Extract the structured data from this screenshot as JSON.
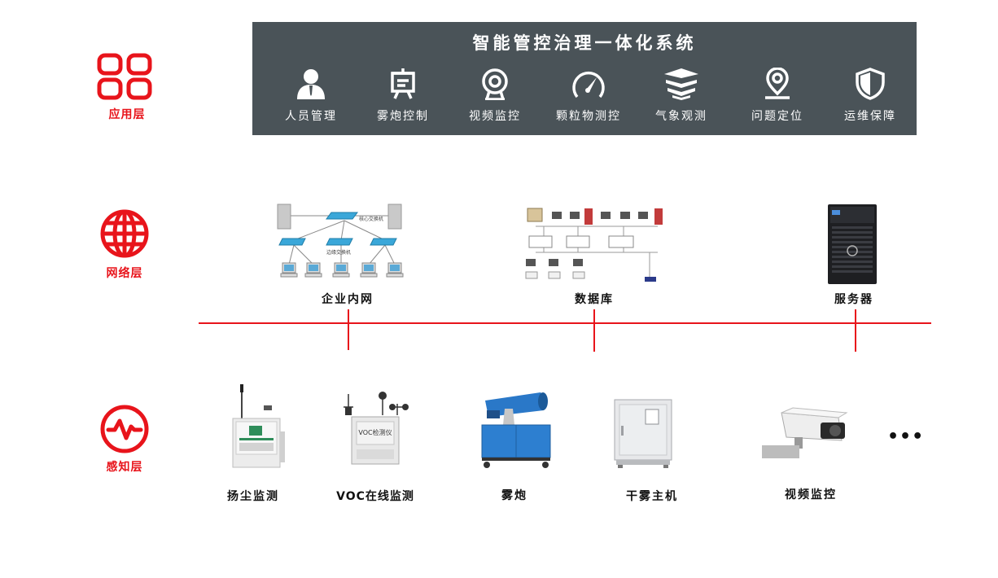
{
  "layers": {
    "application": "应用层",
    "network": "网络层",
    "perception": "感知层"
  },
  "app_panel": {
    "title": "智能管控治理一体化系统",
    "items": [
      {
        "label": "人员管理",
        "icon": "person-icon"
      },
      {
        "label": "雾炮控制",
        "icon": "monitor-board-icon"
      },
      {
        "label": "视频监控",
        "icon": "webcam-icon"
      },
      {
        "label": "颗粒物测控",
        "icon": "gauge-icon"
      },
      {
        "label": "气象观测",
        "icon": "stacked-layers-icon"
      },
      {
        "label": "问题定位",
        "icon": "map-pin-icon"
      },
      {
        "label": "运维保障",
        "icon": "shield-icon"
      }
    ]
  },
  "network": {
    "items": [
      {
        "label": "企业内网"
      },
      {
        "label": "数据库"
      },
      {
        "label": "服务器"
      }
    ],
    "switch_labels": {
      "core": "核心交换机",
      "edge": "边缘交换机"
    }
  },
  "devices": {
    "items": [
      {
        "label": "扬尘监测"
      },
      {
        "label": "VOC在线监测"
      },
      {
        "label": "雾炮"
      },
      {
        "label": "干雾主机"
      },
      {
        "label": "视频监控"
      }
    ],
    "voc_box_text": "VOC检测仪",
    "ellipsis": "•••"
  },
  "colors": {
    "accent": "#e8141b",
    "panel": "#4a5358"
  }
}
